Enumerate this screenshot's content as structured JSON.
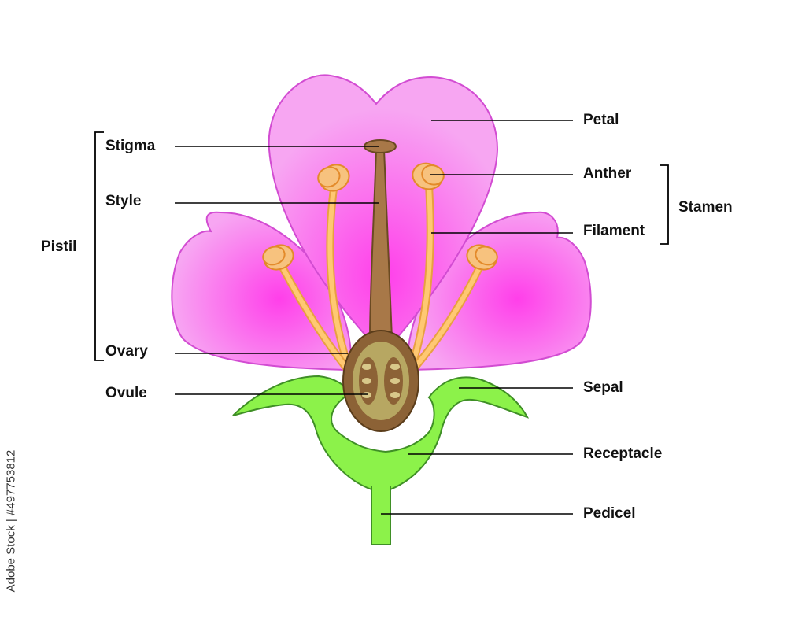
{
  "labels": {
    "petal": "Petal",
    "anther": "Anther",
    "filament": "Filament",
    "stamen": "Stamen",
    "sepal": "Sepal",
    "receptacle": "Receptacle",
    "pedicel": "Pedicel",
    "stigma": "Stigma",
    "style": "Style",
    "pistil": "Pistil",
    "ovary": "Ovary",
    "ovule": "Ovule"
  },
  "watermark": "Adobe Stock | #497753812",
  "colors": {
    "petal_edge": "#d24cd2",
    "petal_center": "#ff3fea",
    "petal_outer": "#f7a6f2",
    "stem": "#8cf24a",
    "stem_edge": "#3f8f26",
    "filament": "#ffc872",
    "anther": "#f7c27e",
    "style": "#a87848",
    "ovary_wall": "#8c6236",
    "ovary_inner": "#b7a762",
    "ovule": "#6b4a22",
    "line": "#000000"
  }
}
